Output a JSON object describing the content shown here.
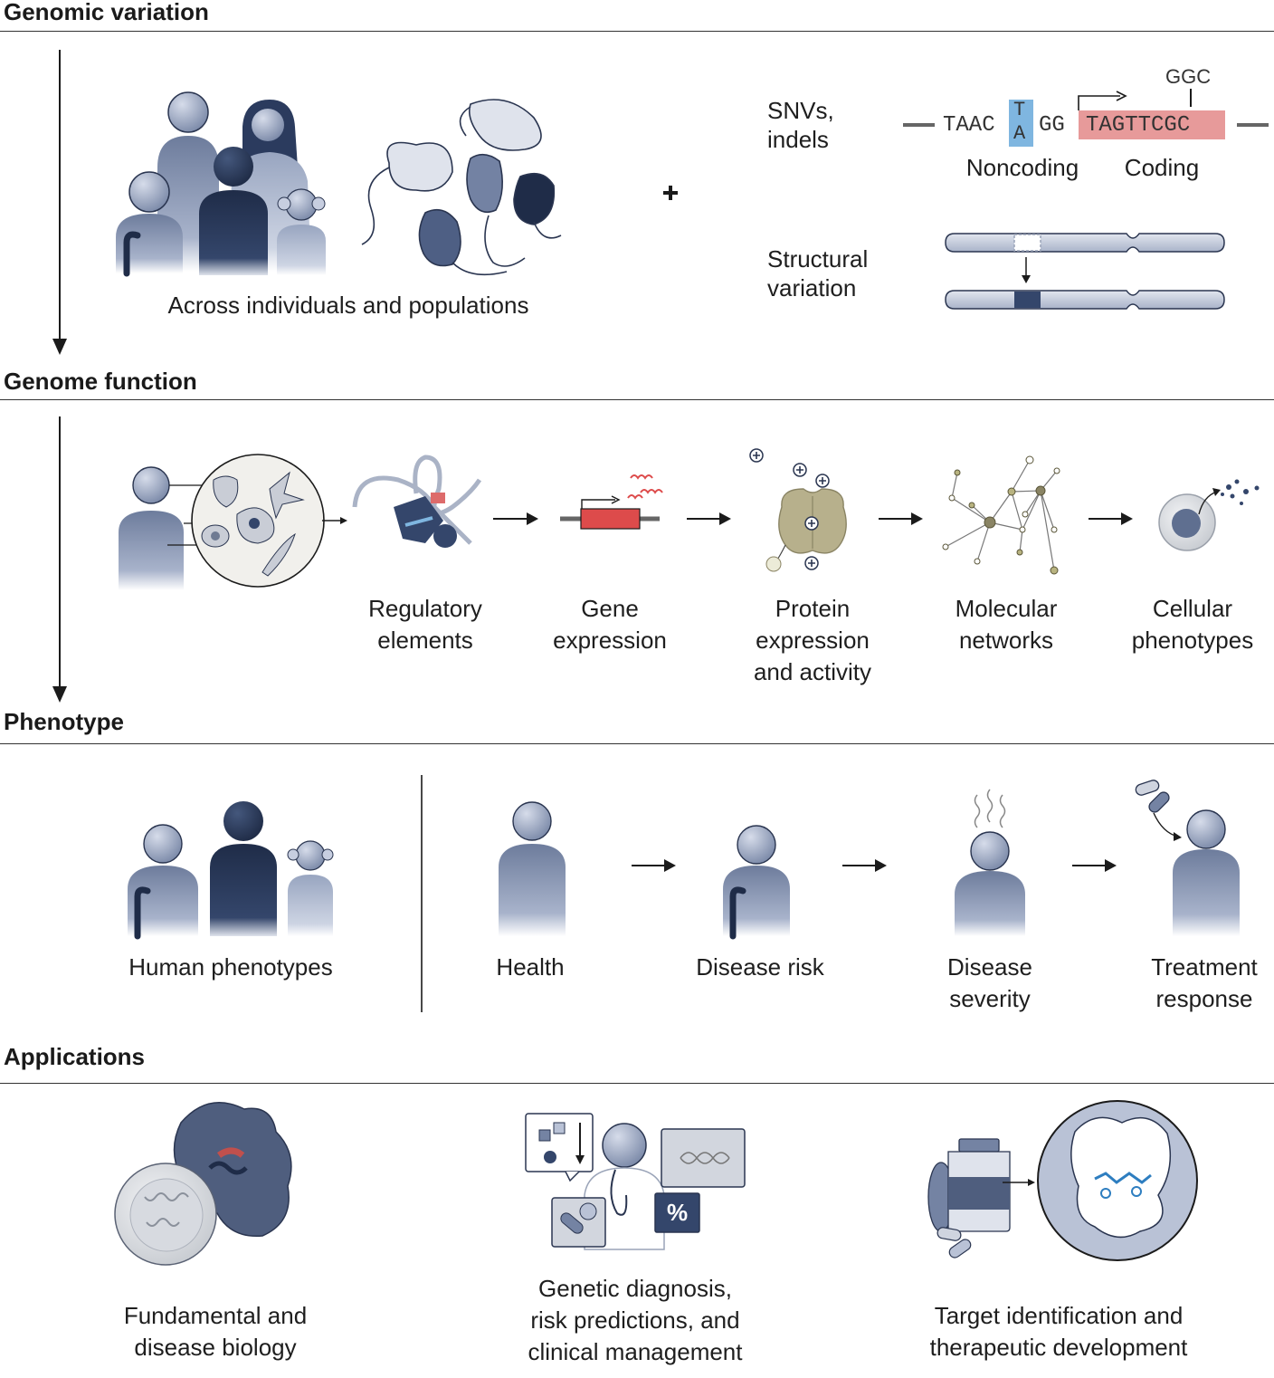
{
  "sections": {
    "genomic_variation": "Genomic variation",
    "genome_function": "Genome function",
    "phenotype": "Phenotype",
    "applications": "Applications"
  },
  "variation": {
    "populations_caption": "Across individuals and populations",
    "plus": "+",
    "snv_label": "SNVs,\nindels",
    "seq_left": "TAAC",
    "seq_variant_top": "T",
    "seq_variant_bottom": "A",
    "seq_mid": "GG",
    "seq_coding": "TAGTTCGC",
    "seq_alt": "GGC",
    "noncoding": "Noncoding",
    "coding": "Coding",
    "sv_label": "Structural\nvariation"
  },
  "function_steps": [
    {
      "label": "Regulatory\nelements"
    },
    {
      "label": "Gene\nexpression"
    },
    {
      "label": "Protein\nexpression\nand activity"
    },
    {
      "label": "Molecular\nnetworks"
    },
    {
      "label": "Cellular\nphenotypes"
    }
  ],
  "phenotype": {
    "human": "Human phenotypes",
    "steps": [
      "Health",
      "Disease risk",
      "Disease\nseverity",
      "Treatment\nresponse"
    ]
  },
  "applications": [
    "Fundamental and\ndisease biology",
    "Genetic diagnosis,\nrisk predictions, and\nclinical management",
    "Target identification and\ntherapeutic development"
  ],
  "colors": {
    "navy": "#283856",
    "person_mid": "#7f8dab",
    "person_light": "#b9c2d6",
    "noncoding_highlight": "#7fb6e0",
    "coding_highlight": "#e79a9a",
    "gene_red": "#dd4b4b",
    "protein": "#b7b08c",
    "network": "#b8b380"
  },
  "icons": {
    "percent": "%"
  }
}
